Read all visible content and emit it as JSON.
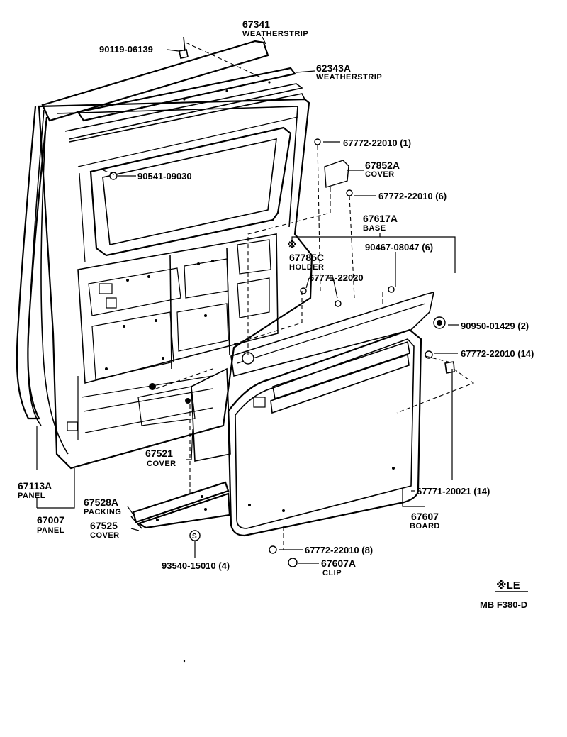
{
  "callouts": [
    {
      "number": "67341",
      "name": "WEATHERSTRIP"
    },
    {
      "number": "90119-06139",
      "name": ""
    },
    {
      "number": "62343A",
      "name": "WEATHERSTRIP"
    },
    {
      "number": "67772-22010 (1)",
      "name": ""
    },
    {
      "number": "90541-09030",
      "name": ""
    },
    {
      "number": "67852A",
      "name": "COVER"
    },
    {
      "number": "67772-22010 (6)",
      "name": ""
    },
    {
      "number": "67617A",
      "name": "BASE"
    },
    {
      "number": "67785C",
      "name": "HOLDER"
    },
    {
      "number": "90467-08047 (6)",
      "name": ""
    },
    {
      "number": "67771-22020",
      "name": ""
    },
    {
      "number": "90950-01429 (2)",
      "name": ""
    },
    {
      "number": "67772-22010 (14)",
      "name": ""
    },
    {
      "number": "67521",
      "name": "COVER"
    },
    {
      "number": "67113A",
      "name": "PANEL"
    },
    {
      "number": "67771-20021 (14)",
      "name": ""
    },
    {
      "number": "67528A",
      "name": "PACKING"
    },
    {
      "number": "67607",
      "name": "BOARD"
    },
    {
      "number": "67007",
      "name": "PANEL"
    },
    {
      "number": "67525",
      "name": "COVER"
    },
    {
      "number": "67772-22010 (8)",
      "name": ""
    },
    {
      "number": "67607A",
      "name": "CLIP"
    },
    {
      "number": "93540-15010 (4)",
      "name": ""
    }
  ],
  "marks": {
    "asterisk": "※",
    "s_symbol": "S"
  },
  "legend": {
    "note": "※LE"
  },
  "footer": {
    "code": "MB  F380-D"
  }
}
